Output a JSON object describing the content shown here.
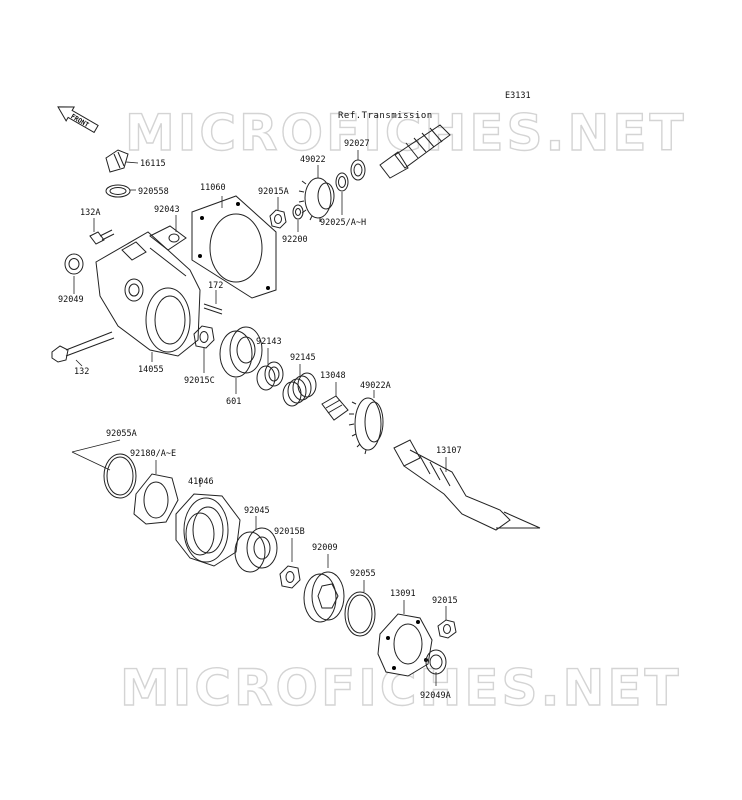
{
  "diagram_code": "E3131",
  "ref_note": "Ref.Transmission",
  "front_label": "FRONT",
  "watermark": "MICROFICHES.NET",
  "parts": {
    "p16115": "16115",
    "p920558": "920558",
    "p11060": "11060",
    "p92043": "92043",
    "p132A": "132A",
    "p92049": "92049",
    "p172": "172",
    "p132": "132",
    "p14055": "14055",
    "p92015A": "92015A",
    "p92200": "92200",
    "p49022": "49022",
    "p92027": "92027",
    "p92025": "92025/A~H",
    "p92143": "92143",
    "p92145": "92145",
    "p13048": "13048",
    "p49022A": "49022A",
    "p92015C": "92015C",
    "p601": "601",
    "p13107": "13107",
    "p92055A": "92055A",
    "p92180": "92180/A~E",
    "p41046": "41046",
    "p92045": "92045",
    "p92015B": "92015B",
    "p92009": "92009",
    "p92055": "92055",
    "p13091": "13091",
    "p92015": "92015",
    "p92049A": "92049A"
  }
}
